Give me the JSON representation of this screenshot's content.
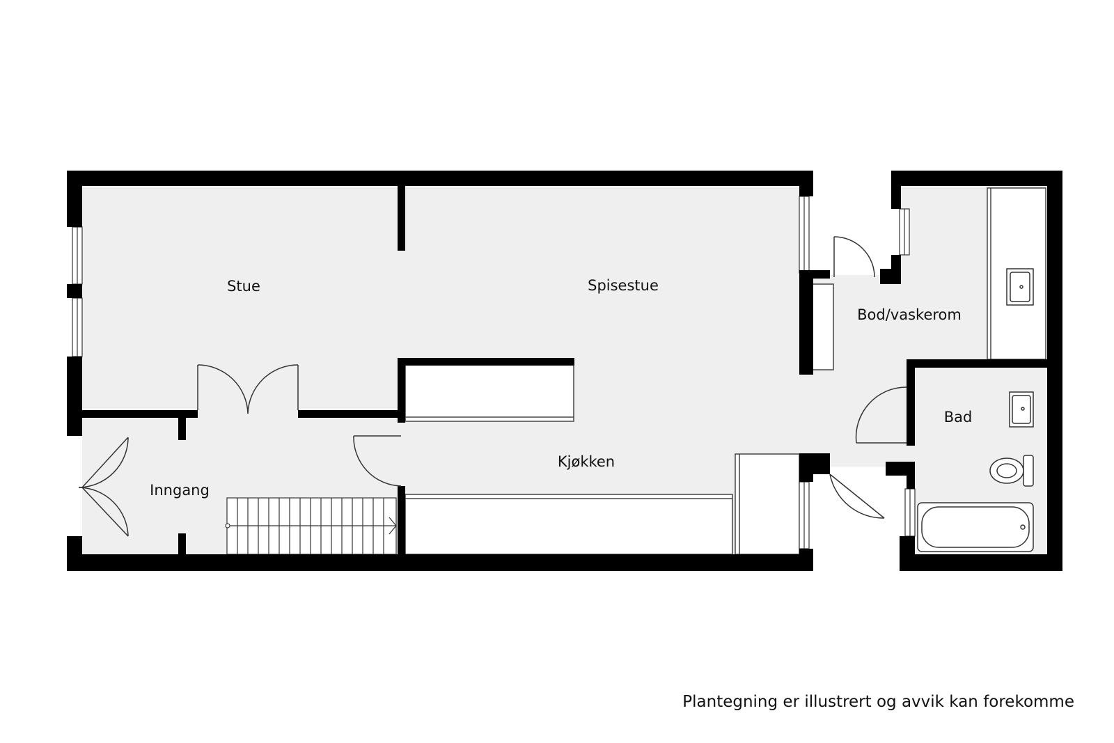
{
  "plan": {
    "rooms": {
      "stue": "Stue",
      "spisestue": "Spisestue",
      "bod": "Bod/vaskerom",
      "bad": "Bad",
      "kjokken": "Kjøkken",
      "inngang": "Inngang"
    }
  },
  "footer": {
    "disclaimer": "Plantegning er illustrert og avvik kan forekomme"
  },
  "colors": {
    "wall": "#000000",
    "floor": "#efefef",
    "fixture": "#ffffff",
    "line": "#333333"
  }
}
